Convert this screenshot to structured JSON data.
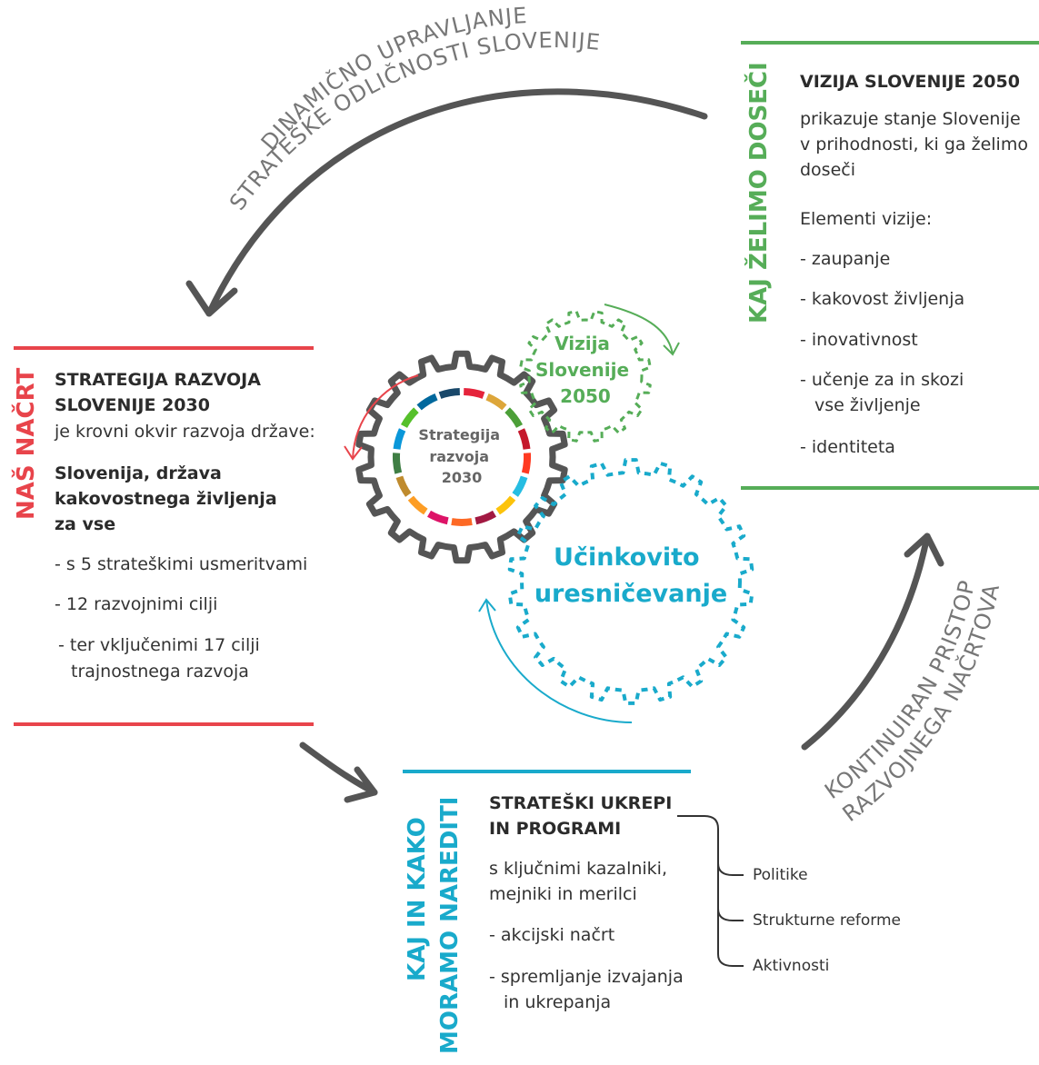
{
  "arc_top_text": [
    "DINAMIČNO UPRAVLJANJE",
    "STRATEŠKE ODLIČNOSTI SLOVENIJE"
  ],
  "arc_right_text": [
    "KONTINUIRAN PRISTOP",
    "RAZVOJNEGA NAČRTOVANJA"
  ],
  "colors": {
    "red": "#e8444b",
    "green": "#56ad58",
    "cyan": "#19aacb",
    "gray": "#555555",
    "gear_gray": "#555555"
  },
  "left_panel": {
    "vertical_label": "NAŠ NAČRT",
    "title_line1": "STRATEGIJA RAZVOJA",
    "title_line2": "SLOVENIJE 2030",
    "subtitle": "je krovni okvir razvoja države:",
    "motto_line1": "Slovenija, država",
    "motto_line2": "kakovostnega življenja",
    "motto_line3": "za vse",
    "items": [
      "- s 5 strateškimi usmeritvami",
      "- 12 razvojnimi cilji",
      "- ter vključenimi 17 cilji",
      "trajnostnega razvoja"
    ]
  },
  "right_panel": {
    "vertical_label": "KAJ ŽELIMO DOSEČI",
    "title": "VIZIJA SLOVENIJE 2050",
    "desc_line1": "prikazuje stanje Slovenije",
    "desc_line2": "v prihodnosti, ki ga želimo",
    "desc_line3": "doseči",
    "elements_label": "Elementi vizije:",
    "items": [
      "- zaupanje",
      "- kakovost življenja",
      "- inovativnost",
      "- učenje za in skozi",
      "vse življenje",
      "- identiteta"
    ]
  },
  "bottom_panel": {
    "vertical_label_line1": "KAJ IN KAKO",
    "vertical_label_line2": "MORAMO NAREDITI",
    "title_line1": "STRATEŠKI UKREPI",
    "title_line2": "IN PROGRAMI",
    "desc_line1": "s ključnimi kazalniki,",
    "desc_line2": "mejniki in merilci",
    "items": [
      "- akcijski načrt",
      "- spremljanje izvajanja",
      "in ukrepanja"
    ],
    "branches": [
      "Politike",
      "Strukturne reforme",
      "Aktivnosti"
    ]
  },
  "gears": {
    "strategy": [
      "Strategija",
      "razvoja",
      "2030"
    ],
    "vision": [
      "Vizija",
      "Slovenije",
      "2050"
    ],
    "implementation": [
      "Učinkovito",
      "uresničevanje"
    ],
    "sdg_colors": [
      "#e5243b",
      "#dda63a",
      "#4c9f38",
      "#c5192d",
      "#ff3a21",
      "#26bde2",
      "#fcc30b",
      "#a21942",
      "#fd6925",
      "#dd1367",
      "#fd9d24",
      "#bf8b2e",
      "#3f7e44",
      "#0a97d9",
      "#56c02b",
      "#00689d",
      "#19486a"
    ]
  }
}
